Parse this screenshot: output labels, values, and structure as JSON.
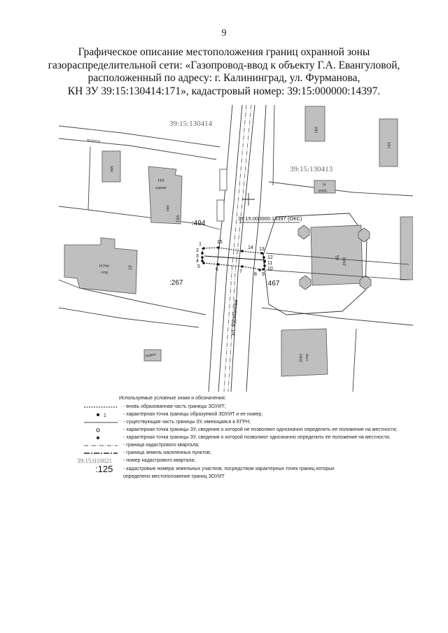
{
  "page_number": "9",
  "title_lines": [
    "Графическое описание местоположения границ охранной зоны",
    "газораспределительной сети: «Газопровод-ввод к объекту Г.А. Евангуловой,",
    "расположенный по адресу: г. Калининград, ул. Фурманова,",
    "КН ЗУ 39:15:130414:171», кадастровый номер: 39:15:000000:14397."
  ],
  "map": {
    "quarter_labels": {
      "q414": "39:15:130414",
      "q413": "39:15:130413"
    },
    "cadastral_number_label": "39:15:000000:14397 (ОКС)",
    "parcel_labels": {
      "p494": ":494",
      "p267": ":267",
      "p467": ":467"
    },
    "street_label": "ул. Фурманова",
    "gate_label": "ворота",
    "building_labels": {
      "nn_top_left": "НН",
      "nn_garage": "НН",
      "garage_sub": "гараж",
      "nn_garage_side": "НН",
      "garage_number": "19А",
      "nn_left": "Н.Нн",
      "left_sub": "стр.",
      "left_number": "19",
      "nn_top_right_a": "НН",
      "nn_top_right_b": "НН",
      "h_razr": "Н",
      "razr_sub": "разр.",
      "big_nn": "2НН",
      "big_number": "8Б",
      "bottom_nn": "2НН",
      "bottom_sub": "стр.",
      "small_label": "Навес"
    },
    "points": [
      {
        "n": "1"
      },
      {
        "n": "2"
      },
      {
        "n": "3"
      },
      {
        "n": "4"
      },
      {
        "n": "5"
      },
      {
        "n": "6"
      },
      {
        "n": "7"
      },
      {
        "n": "8"
      },
      {
        "n": "9"
      },
      {
        "n": "10"
      },
      {
        "n": "11"
      },
      {
        "n": "12"
      },
      {
        "n": "13"
      },
      {
        "n": "14"
      },
      {
        "n": "15"
      }
    ]
  },
  "legend": {
    "heading": "Используемые условные знаки и обозначения:",
    "items": [
      "- вновь образованная часть границы ЗОУИТ;",
      "- характерная точка границы образуемой ЗОУИТ и ее номер;",
      "- существующая часть границы ЗУ, имеющаяся в ЕГРН;",
      "- характерная точка границы ЗУ, сведения о которой не позволяют однозначно определить ее положение на местности;",
      "- характерная точка границы ЗУ, сведения о которой позволяют однозначно определить ее положение на местности;",
      "- граница кадастрового квартала;",
      "- граница земель населенных пунктов;",
      "- номер кадастрового квартала;",
      "- кадастровые номера земельных участков, посредством характерных точек границ которых",
      "определено местоположение границ ЗОУИТ"
    ],
    "point_sample_label": "1",
    "quarter_code_sample": "39:15:010021",
    "parcel_sample": ":125"
  }
}
